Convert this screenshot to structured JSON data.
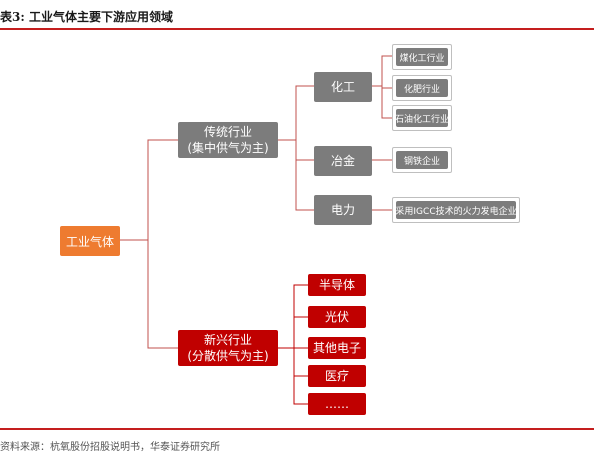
{
  "caption": "表3:  工业气体主要下游应用领域",
  "source": "资料来源：杭氧股份招股说明书，华泰证券研究所",
  "root": "工业气体",
  "branches": [
    {
      "line1": "传统行业",
      "line2": "(集中供气为主)"
    },
    {
      "line1": "新兴行业",
      "line2": "(分散供气为主)"
    }
  ],
  "traditional": [
    "化工",
    "冶金",
    "电力"
  ],
  "chemical_leaves": [
    "煤化工行业",
    "化肥行业",
    "石油化工行业"
  ],
  "metallurgy_leaves": [
    "钢铁企业"
  ],
  "power_leaves": [
    "采用IGCC技术的火力发电企业"
  ],
  "emerging": [
    "半导体",
    "光伏",
    "其他电子",
    "医疗",
    "……"
  ],
  "colors": {
    "root": "#ee7b30",
    "traditional": "#7c7c7c",
    "emerging": "#c00000",
    "link_traditional": "#c0504d",
    "link_emerging": "#c00000",
    "rule": "#c41e1e"
  }
}
